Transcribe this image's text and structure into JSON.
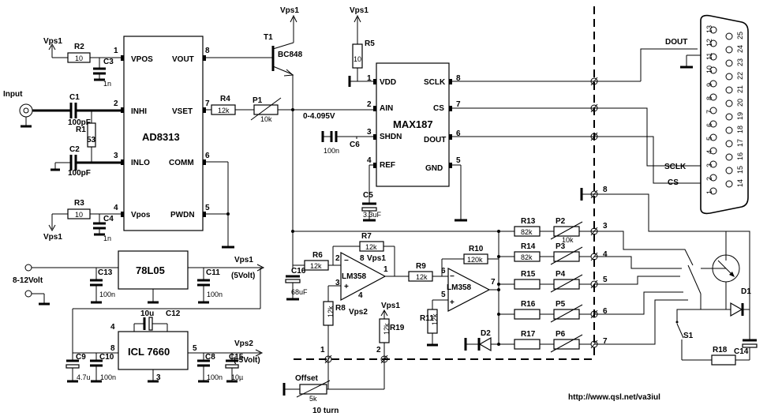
{
  "chips": {
    "ad8313": {
      "name": "AD8313",
      "pins": {
        "vpos": "VPOS",
        "inhi": "INHI",
        "inlo": "INLO",
        "vpos2": "Vpos",
        "vout": "VOUT",
        "vset": "VSET",
        "comm": "COMM",
        "pwdn": "PWDN"
      },
      "nums": [
        "1",
        "2",
        "3",
        "4",
        "8",
        "7",
        "6",
        "5"
      ]
    },
    "max187": {
      "name": "MAX187",
      "pins": {
        "vdd": "VDD",
        "ain": "AIN",
        "shdn": "SHDN",
        "ref": "REF",
        "sclk": "SCLK",
        "cs": "CS",
        "dout": "DOUT",
        "gnd": "GND"
      },
      "nums": [
        "1",
        "2",
        "3",
        "4",
        "8",
        "7",
        "6",
        "5"
      ]
    },
    "reg": {
      "name": "78L05"
    },
    "icl": {
      "name": "ICL 7660",
      "nums": [
        "4",
        "8",
        "3",
        "5"
      ]
    },
    "op1": {
      "name": "LM358",
      "pins": [
        "2",
        "8",
        "3",
        "4",
        "1"
      ]
    },
    "op2": {
      "name": "LM358",
      "pins": [
        "6",
        "5",
        "7"
      ]
    }
  },
  "labels": {
    "vps1": "Vps1",
    "vps2": "Vps2",
    "input": "Input",
    "range": "0-4.095V",
    "t1": "T1",
    "bc": "BC848",
    "in_v": "8-12Volt",
    "out5": "(5Volt)",
    "outm5": "(-5Volt)",
    "offset": "Offset",
    "turn": "10 turn",
    "url": "http://www.qsl.net/va3iul",
    "dout": "DOUT",
    "sclk": "SCLK",
    "cs": "CS",
    "s1": "S1",
    "d1": "D1",
    "d2": "D2"
  },
  "parts": {
    "r2": [
      "R2",
      "10"
    ],
    "r3": [
      "R3",
      "10"
    ],
    "r1": [
      "R1",
      "53"
    ],
    "c1": [
      "C1",
      "100pF"
    ],
    "c2": [
      "C2",
      "100pF"
    ],
    "c3": [
      "C3",
      "1n"
    ],
    "c4": [
      "C4",
      "1n"
    ],
    "r4": [
      "R4",
      "12k"
    ],
    "p1": [
      "P1",
      "10k"
    ],
    "r5": [
      "R5",
      "10"
    ],
    "c6": [
      "C6",
      "100n"
    ],
    "c5": [
      "C5",
      "3.3uF"
    ],
    "c13": [
      "C13",
      "100n"
    ],
    "c11": [
      "C11",
      "100n"
    ],
    "c12": [
      "C12",
      "10u"
    ],
    "c9": [
      "C9",
      "4.7u"
    ],
    "c10": [
      "C10",
      "100n"
    ],
    "c8": [
      "C8",
      "100n"
    ],
    "c15": [
      "C15",
      "10µ"
    ],
    "c16": [
      "C16",
      "68uF"
    ],
    "r6": [
      "R6",
      "12k"
    ],
    "r7": [
      "R7",
      "12k"
    ],
    "r8": [
      "R8",
      "12k"
    ],
    "r19": [
      "R19",
      "12k"
    ],
    "r9": [
      "R9",
      "12k"
    ],
    "r10": [
      "R10",
      "120k"
    ],
    "r11": [
      "R11",
      "12k"
    ],
    "r13": [
      "R13",
      "82k"
    ],
    "r14": [
      "R14",
      "82k"
    ],
    "r15": [
      "R15",
      ""
    ],
    "r16": [
      "R16",
      ""
    ],
    "r17": [
      "R17",
      ""
    ],
    "p2": [
      "P2",
      "10k"
    ],
    "p3": [
      "P3",
      ""
    ],
    "p4": [
      "P4",
      ""
    ],
    "p5": [
      "P5",
      ""
    ],
    "p6": [
      "P6",
      ""
    ],
    "r18": [
      "R18",
      ""
    ],
    "c14": [
      "C14",
      ""
    ],
    "pot": [
      "",
      "5k"
    ]
  },
  "connector": {
    "left": [
      "13",
      "12",
      "11",
      "10",
      "9",
      "8",
      "7",
      "6",
      "5",
      "4",
      "3",
      "2",
      "1"
    ],
    "right": [
      "25",
      "24",
      "23",
      "22",
      "21",
      "20",
      "19",
      "18",
      "17",
      "16",
      "15",
      "14"
    ]
  },
  "terminals": [
    "1",
    "2",
    "3",
    "4",
    "5",
    "6",
    "7",
    "8"
  ]
}
